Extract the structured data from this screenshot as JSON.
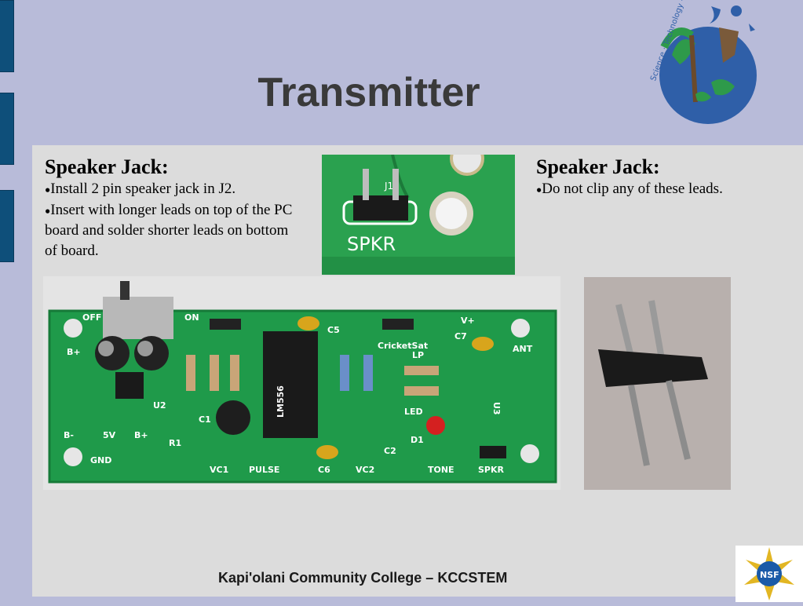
{
  "slide": {
    "title": "Transmitter",
    "footer": "Kapi'olani Community College – KCCSTEM"
  },
  "left_text": {
    "heading": "Speaker Jack:",
    "bullets": [
      "Install 2 pin speaker jack in J2.",
      "Insert with longer leads on top of the PC board and solder shorter leads on bottom of board."
    ]
  },
  "right_text": {
    "heading": "Speaker Jack:",
    "bullets": [
      "Do not clip any of these leads."
    ]
  },
  "closeup_photo": {
    "labels": [
      "J1",
      "SPKR"
    ]
  },
  "board_photo": {
    "labels": [
      "OFF",
      "ON",
      "B+",
      "B-",
      "5V",
      "B+",
      "U2",
      "GND",
      "R1",
      "C1",
      "VC1",
      "PULSE",
      "C5",
      "LM556",
      "C6",
      "VC2",
      "CricketSat",
      "LP",
      "C2",
      "LED",
      "D1",
      "V+",
      "C7",
      "ANT",
      "U3",
      "TONE",
      "SPKR"
    ]
  },
  "logo": {
    "text": "Science · Technology · Engineering · Mathematics"
  },
  "nsf_logo": {
    "text": "NSF"
  },
  "colors": {
    "background": "#b8bbd9",
    "content_panel": "#dcdcdc",
    "tabs": "#0e4f7a",
    "pcb_green": "#1f9a4a"
  }
}
